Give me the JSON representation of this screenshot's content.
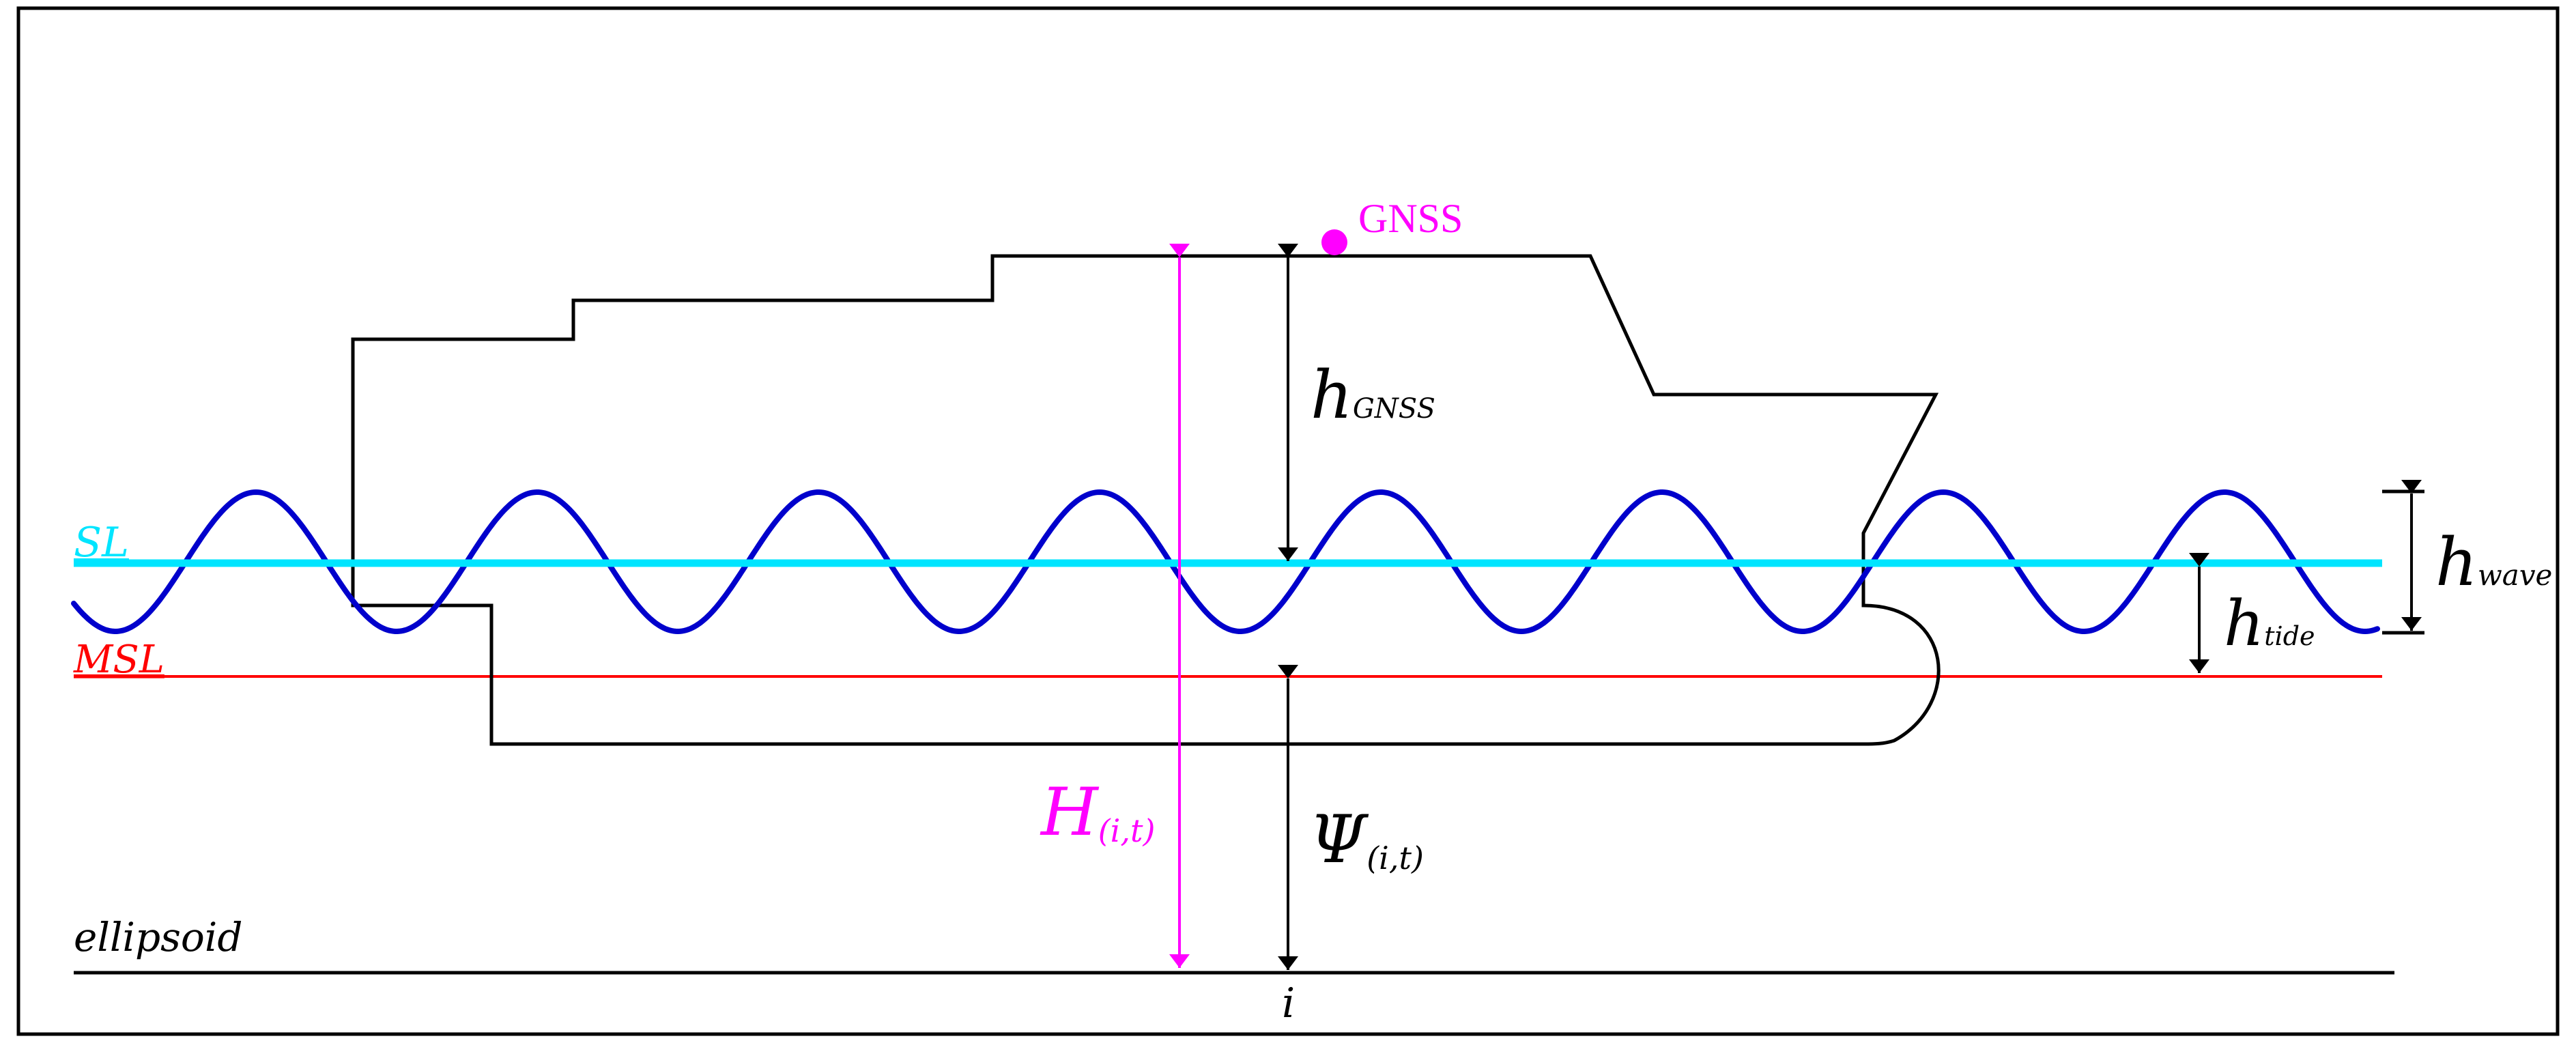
{
  "labels": {
    "sl": "SL",
    "msl": "MSL",
    "ellipsoid": "ellipsoid",
    "gnss": "GNSS",
    "point_i": "i",
    "h_gnss": {
      "main": "h",
      "sub": "GNSS"
    },
    "h_wave": {
      "main": "h",
      "sub": "wave"
    },
    "h_tide": {
      "main": "h",
      "sub": "tide"
    },
    "H": {
      "main": "H",
      "sub": "(i,t)"
    },
    "Psi": {
      "main": "Ψ",
      "sub": "(i,t)"
    }
  },
  "colors": {
    "frame": "#000000",
    "hull": "#000000",
    "sea_level": "#00e5ff",
    "mean_sea_level": "#ff0000",
    "wave": "#0000cc",
    "ellipsoid": "#000000",
    "gnss_marker": "#ff00ff",
    "height_arrow": "#ff00ff",
    "dimension_arrow": "#000000"
  }
}
